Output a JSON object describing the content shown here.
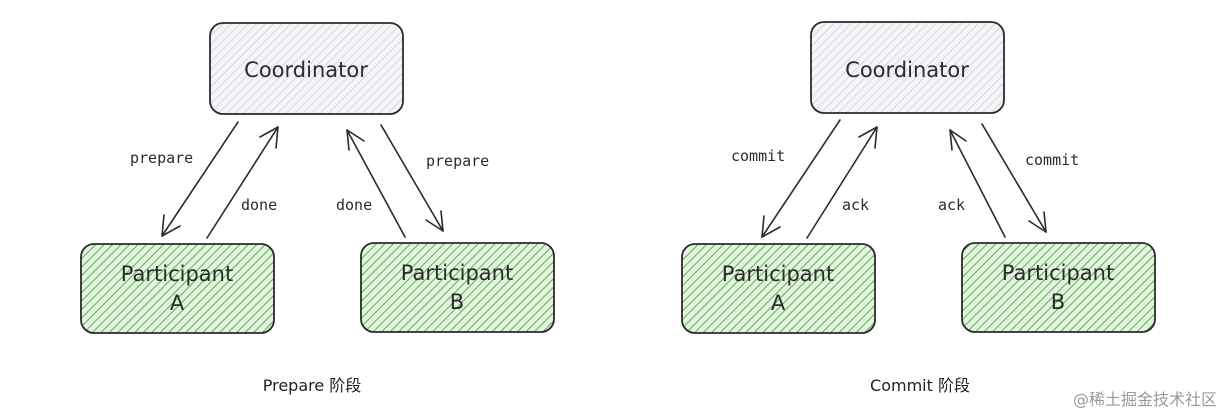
{
  "colors": {
    "coordinator_fill": "#c9ccd6",
    "participant_fill": "#57b34c",
    "stroke": "#2b2b2b"
  },
  "prepare_phase": {
    "coordinator": "Coordinator",
    "participant_a": [
      "Participant",
      "A"
    ],
    "participant_b": [
      "Participant",
      "B"
    ],
    "edges": {
      "to_a": "prepare",
      "from_a": "done",
      "from_b": "done",
      "to_b": "prepare"
    },
    "caption": "Prepare 阶段"
  },
  "commit_phase": {
    "coordinator": "Coordinator",
    "participant_a": [
      "Participant",
      "A"
    ],
    "participant_b": [
      "Participant",
      "B"
    ],
    "edges": {
      "to_a": "commit",
      "from_a": "ack",
      "from_b": "ack",
      "to_b": "commit"
    },
    "caption": "Commit 阶段"
  },
  "watermark": "@稀土掘金技术社区"
}
